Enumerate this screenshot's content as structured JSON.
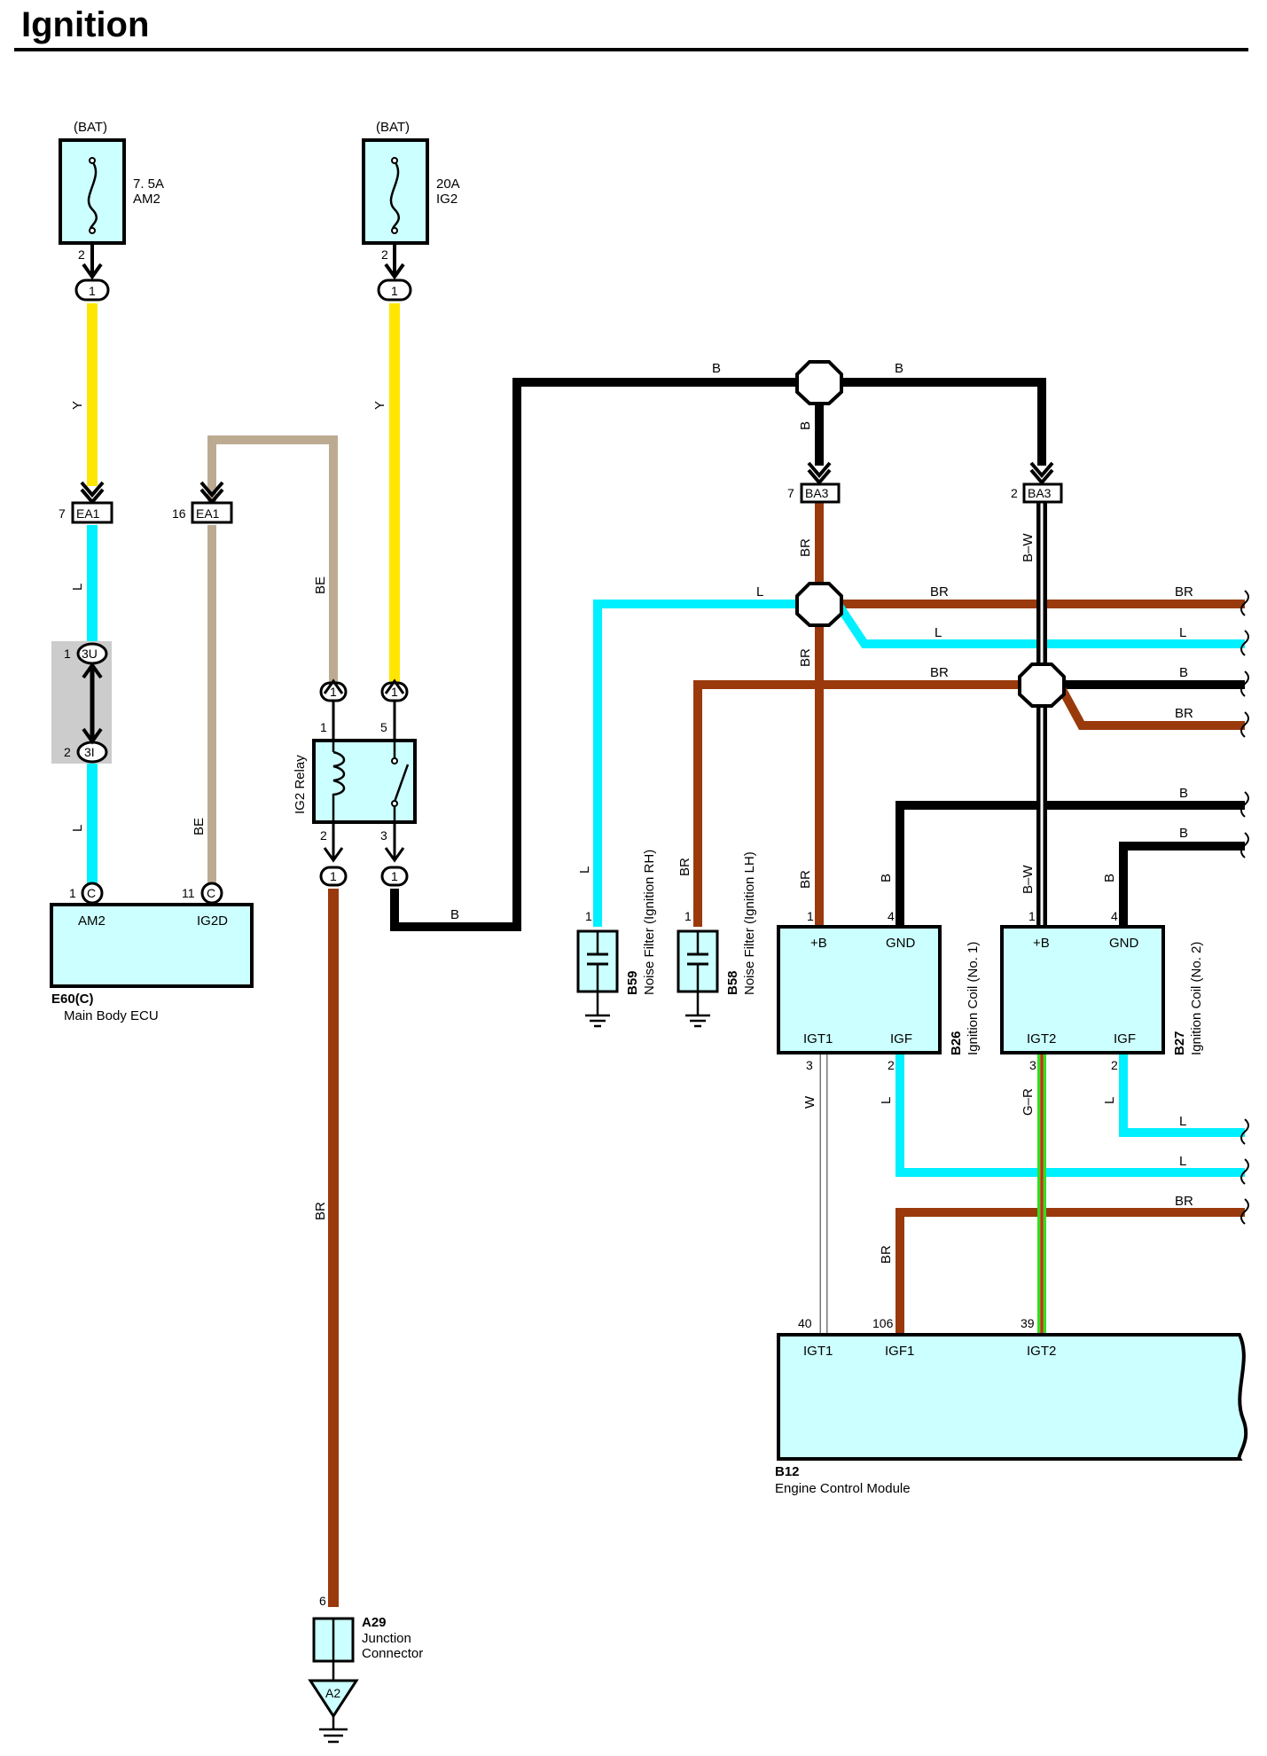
{
  "title": "Ignition",
  "colors": {
    "Y": "#ffe600",
    "L": "#00f0ff",
    "BE": "#bcab92",
    "BR": "#9a3a0c",
    "B": "#000000",
    "W": "#ffffff",
    "G": "#33dd22",
    "R": "#e02020",
    "component_fill": "#ccffff",
    "splice_fill": "#cccccc"
  },
  "wire_labels": {
    "y1": "Y",
    "y2": "Y",
    "l1": "L",
    "l2": "L",
    "be1": "BE",
    "be2": "BE",
    "br_relay": "BR",
    "b_relay": "B",
    "b_top_left": "B",
    "b_top_right": "B",
    "b_down": "B",
    "br_ba3": "BR",
    "bw_ba3": "B–W",
    "l_branch": "L",
    "br_top": "BR",
    "br_top_r": "BR",
    "l_top_r1": "L",
    "l_top_r2": "L",
    "br_mid1": "BR",
    "br_mid2": "BR",
    "b_mid": "B",
    "br_mid_r": "BR",
    "l_b59": "L",
    "br_b58": "BR",
    "br_b26": "BR",
    "b_gnd1": "B",
    "b_gnd1_r": "B",
    "bw_b27": "B–W",
    "b_gnd2": "B",
    "b_gnd2_r": "B",
    "w_igt1": "W",
    "l_igf1": "L",
    "gr_igt2": "G–R",
    "l_igf2": "L",
    "l_low1": "L",
    "l_low2": "L",
    "br_low": "BR",
    "br_low_r": "BR"
  },
  "fuses": [
    {
      "source": "(BAT)",
      "rating": "7. 5A",
      "name": "AM2",
      "pin": "2"
    },
    {
      "source": "(BAT)",
      "rating": "20A",
      "name": "IG2",
      "pin": "2"
    }
  ],
  "connectors": {
    "ea1_a": {
      "pin": "7",
      "name": "EA1"
    },
    "ea1_b": {
      "pin": "16",
      "name": "EA1"
    },
    "ba3_a": {
      "pin": "7",
      "name": "BA3"
    },
    "ba3_b": {
      "pin": "2",
      "name": "BA3"
    },
    "one": "1",
    "c": "C",
    "a2": "A2"
  },
  "junction_block": {
    "pin_top": "1",
    "label_top": "3U",
    "pin_bottom": "2",
    "label_bottom": "3I"
  },
  "relay": {
    "name": "IG2 Relay",
    "pins": [
      "1",
      "5",
      "2",
      "3"
    ]
  },
  "main_body_ecu": {
    "id": "E60(C)",
    "name": "Main Body ECU",
    "terminals": [
      "AM2",
      "IG2D"
    ],
    "pins": [
      "1",
      "11"
    ]
  },
  "noise_filters": [
    {
      "id": "B59",
      "name": "Noise Filter (Ignition RH)",
      "pin": "1"
    },
    {
      "id": "B58",
      "name": "Noise Filter (Ignition LH)",
      "pin": "1"
    }
  ],
  "ignition_coils": [
    {
      "id": "B26",
      "name": "Ignition Coil (No. 1)",
      "terminals": [
        "+B",
        "GND",
        "IGT1",
        "IGF"
      ],
      "pins": [
        "1",
        "4",
        "3",
        "2"
      ]
    },
    {
      "id": "B27",
      "name": "Ignition Coil (No. 2)",
      "terminals": [
        "+B",
        "GND",
        "IGT2",
        "IGF"
      ],
      "pins": [
        "1",
        "4",
        "3",
        "2"
      ]
    }
  ],
  "ecm": {
    "id": "B12",
    "name": "Engine Control Module",
    "terminals": [
      "IGT1",
      "IGF1",
      "IGT2"
    ],
    "pins": [
      "40",
      "106",
      "39"
    ]
  },
  "junction_connector": {
    "id": "A29",
    "line1": "Junction",
    "line2": "Connector",
    "pin": "6"
  }
}
